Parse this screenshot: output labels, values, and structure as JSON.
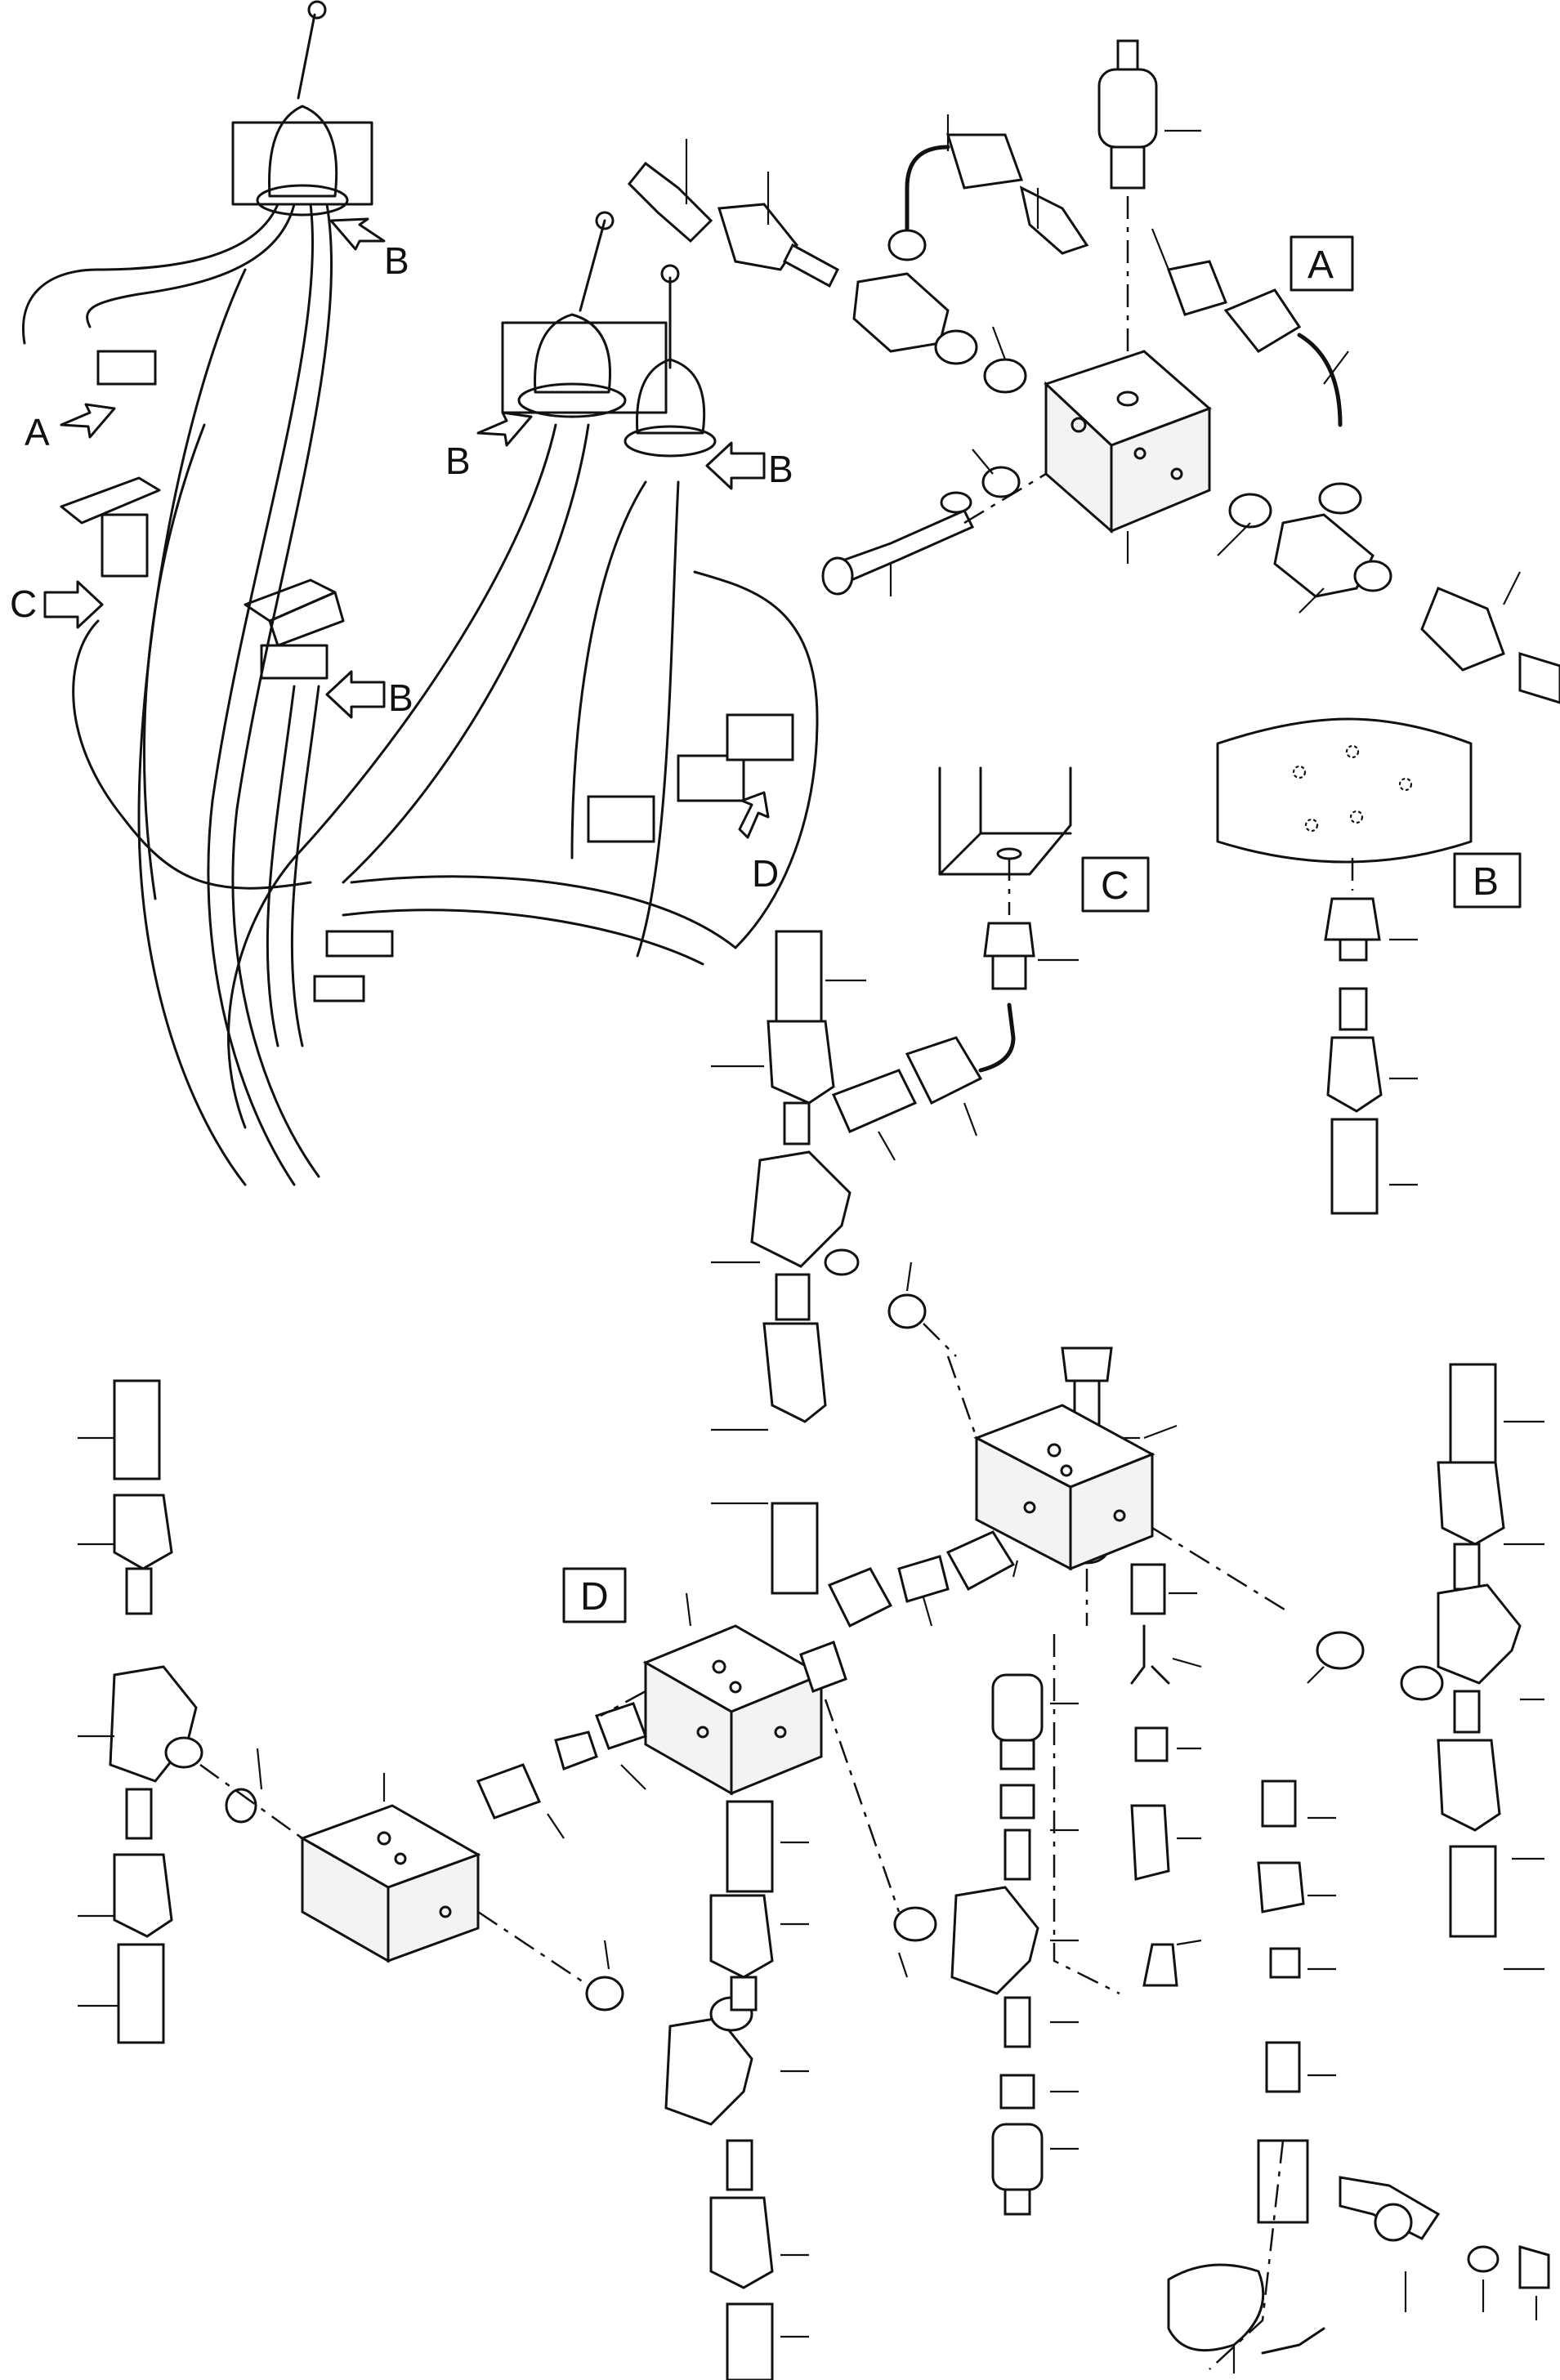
{
  "callout_labels": {
    "a": "A",
    "b": "B",
    "c": "C",
    "d": "D"
  },
  "detail_boxes": {
    "a": "A",
    "b": "B",
    "c": "C",
    "d": "D"
  }
}
